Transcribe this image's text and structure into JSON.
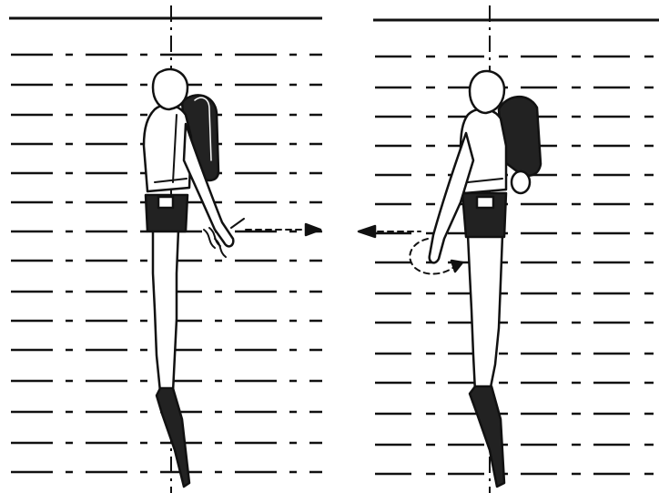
{
  "figure": {
    "colors": {
      "ink": "#111111",
      "paper": "#ffffff"
    },
    "panels": [
      {
        "id": "left",
        "subject": "diver-upright-hand-waving"
      },
      {
        "id": "right",
        "subject": "diver-upright-hand-circling"
      }
    ]
  }
}
